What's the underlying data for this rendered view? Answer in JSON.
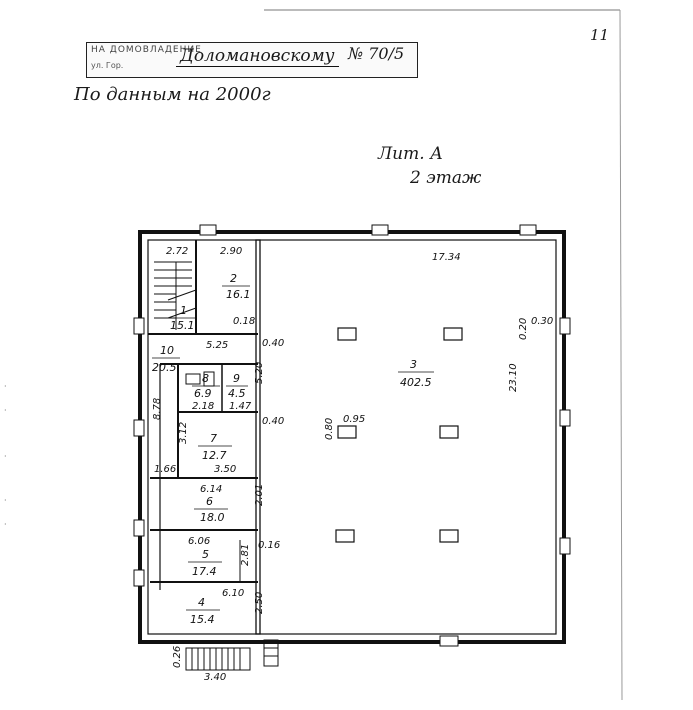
{
  "header": {
    "stamp_text": "НА ДОМОВЛАДЕНИЕ",
    "stamp_sub": "ул. Гор.",
    "address": "Доломановскому",
    "house_no": "№ 70/5",
    "page_no": "11",
    "data_note": "По данным на 2000г",
    "letter": "Лит. А",
    "floor": "2 этаж"
  },
  "dimensions": {
    "top_main": "17.34",
    "right_main": "23.10",
    "right_wall": "0.30",
    "right_wall2": "0.20",
    "top_left_a": "2.72",
    "top_left_b": "2.90",
    "col_mid": "5.20",
    "w_040a": "0.40",
    "w_040b": "0.40",
    "w_018": "0.18",
    "room10_top": "5.25",
    "col_095": "0.95",
    "col_080": "0.80",
    "left_878": "8.78",
    "left_312": "3.12",
    "left_166": "1.66",
    "room6_top": "6.14",
    "room6_right": "2.01",
    "room5_top": "6.06",
    "room5_right": "2.81",
    "room5_wall": "0.16",
    "room4_top": "6.10",
    "room4_right": "2.50",
    "bottom_stair": "3.40",
    "bottom_wall": "0.26",
    "room8_bottom": "2.18",
    "room9_bottom": "1.47",
    "room7_bottom": "3.50"
  },
  "rooms": [
    {
      "num": "1",
      "area": "15.1"
    },
    {
      "num": "2",
      "area": "16.1"
    },
    {
      "num": "3",
      "area": "402.5"
    },
    {
      "num": "4",
      "area": "15.4"
    },
    {
      "num": "5",
      "area": "17.4"
    },
    {
      "num": "6",
      "area": "18.0"
    },
    {
      "num": "7",
      "area": "12.7"
    },
    {
      "num": "8",
      "area": "6.9"
    },
    {
      "num": "9",
      "area": "4.5"
    },
    {
      "num": "10",
      "area": "20.5"
    }
  ]
}
